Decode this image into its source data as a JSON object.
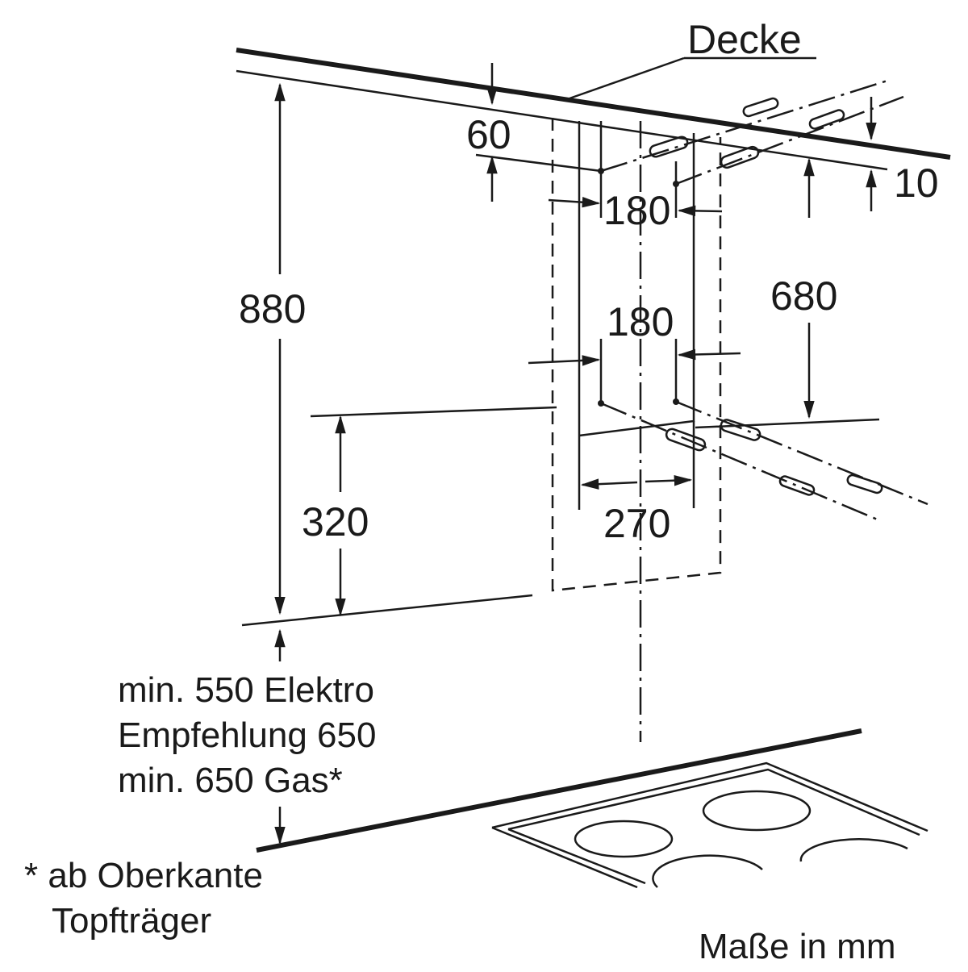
{
  "labels": {
    "ceiling": "Decke",
    "dim_60": "60",
    "dim_10": "10",
    "dim_180_top": "180",
    "dim_180_mid": "180",
    "dim_680": "680",
    "dim_880": "880",
    "dim_320": "320",
    "dim_270": "270",
    "clearance_line1": "min. 550 Elektro",
    "clearance_line2": "Empfehlung 650",
    "clearance_line3": "min. 650 Gas*",
    "footnote_line1": "* ab Oberkante",
    "footnote_line2": "Topfträger",
    "units": "Maße in mm"
  }
}
